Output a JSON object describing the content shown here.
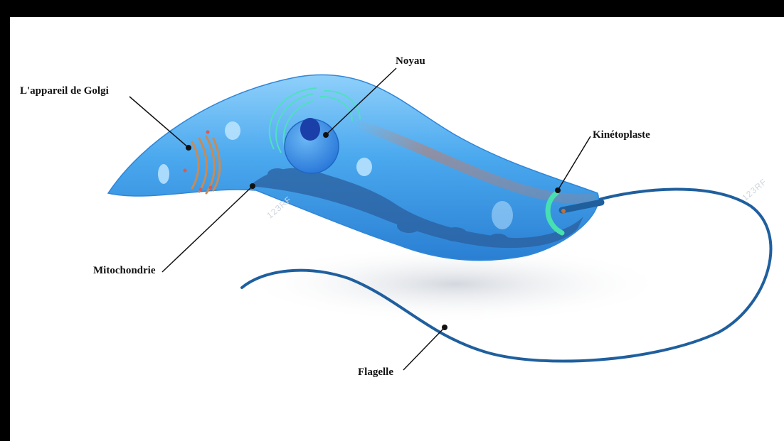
{
  "diagram": {
    "labels": {
      "golgi": "L'appareil de Golgi",
      "noyau": "Noyau",
      "kinetoplaste": "Kinétoplaste",
      "mitochondrie": "Mitochondrie",
      "flagelle": "Flagelle"
    },
    "watermark": "123RF",
    "colors": {
      "frame": "#000000",
      "background": "#ffffff",
      "cell_body": "#3f9de6",
      "cell_body_light": "#8fd0fb",
      "nucleus": "#2d7fe0",
      "nucleolus": "#1a3fa8",
      "mitochondria": "#2a5f9e",
      "golgi": "#c98b55",
      "kinetoplast": "#47e0b0",
      "flagellum": "#1f5f9e",
      "leader_line": "#111111"
    }
  }
}
